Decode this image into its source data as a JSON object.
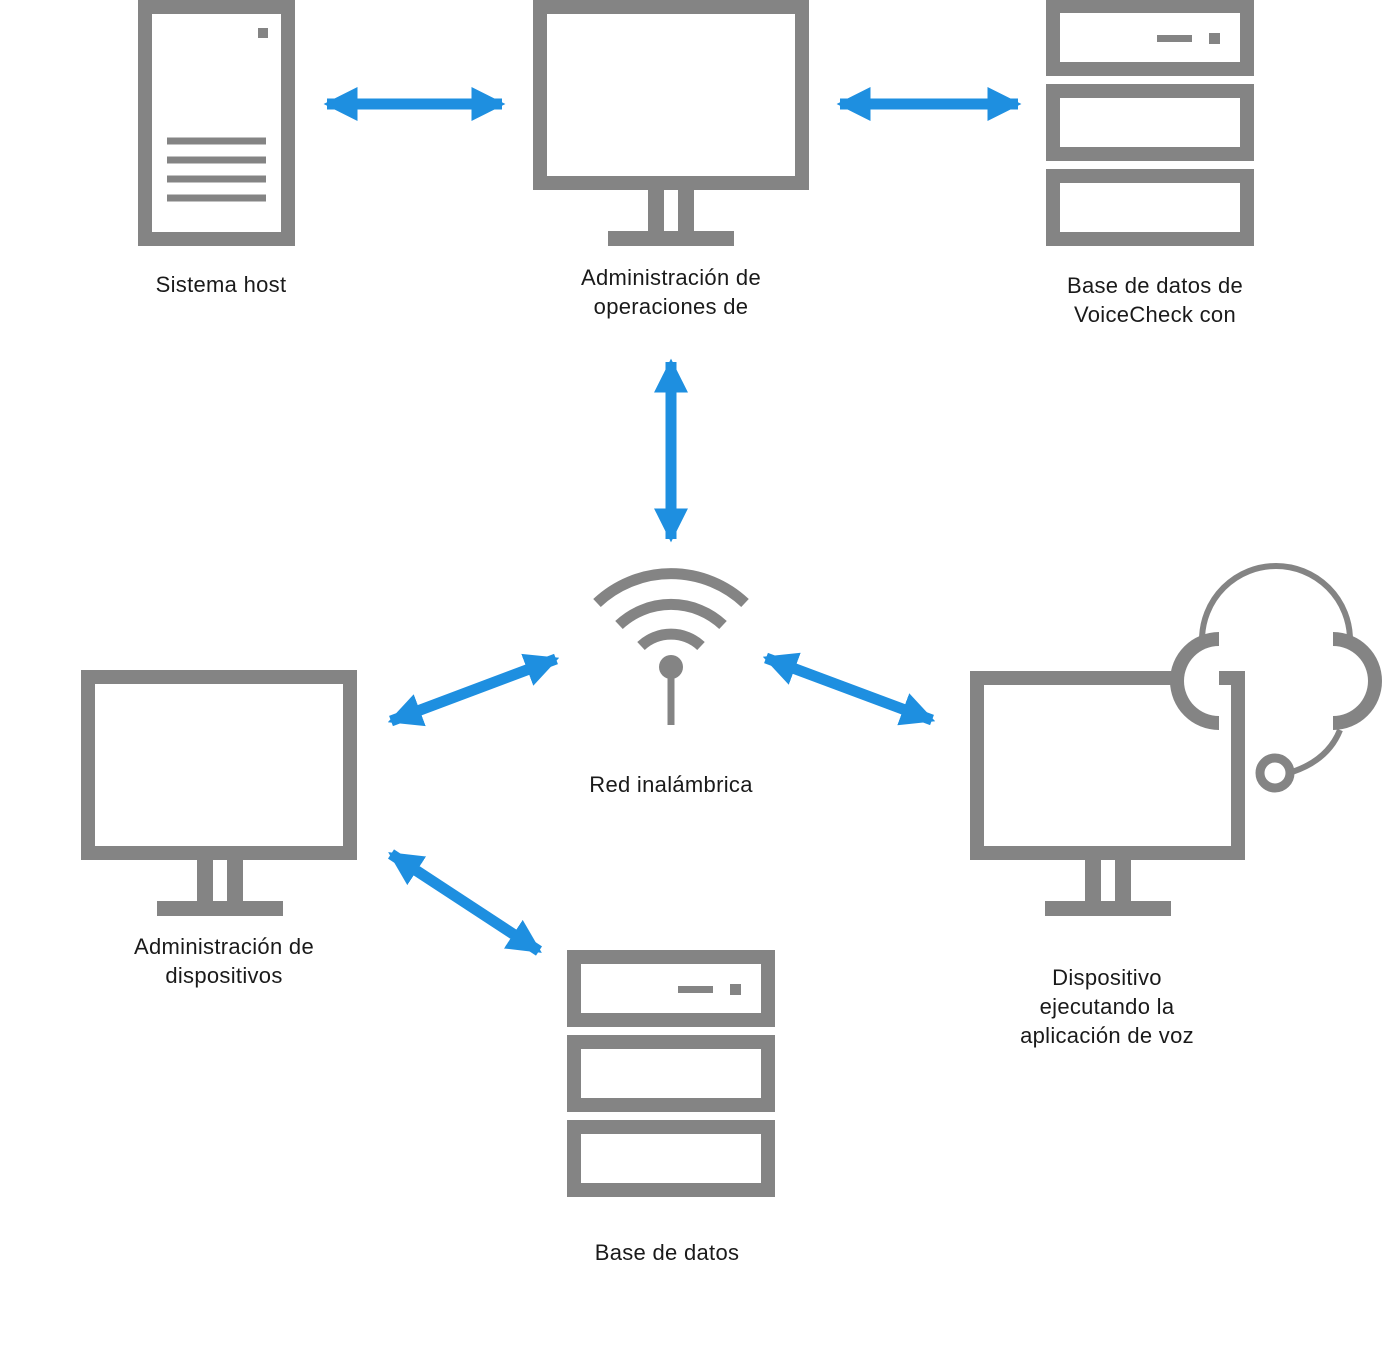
{
  "diagram": {
    "colors": {
      "icon": "#848484",
      "arrow": "#1e8fe0",
      "text": "#1a1a1a",
      "background": "#ffffff"
    },
    "nodes": [
      {
        "id": "host",
        "icon": "tower-server-icon",
        "label_lines": [
          "Sistema host"
        ]
      },
      {
        "id": "ops",
        "icon": "monitor-icon",
        "label_lines": [
          "Administración de",
          "operaciones de"
        ]
      },
      {
        "id": "voicecheck-db",
        "icon": "server-rack-icon",
        "label_lines": [
          "Base de datos de",
          "VoiceCheck con"
        ]
      },
      {
        "id": "wireless",
        "icon": "wifi-icon",
        "label_lines": [
          "Red inalámbrica"
        ]
      },
      {
        "id": "device-mgmt",
        "icon": "monitor-icon",
        "label_lines": [
          "Administración de",
          "dispositivos"
        ]
      },
      {
        "id": "voice-device",
        "icon": "monitor-headset-icon",
        "label_lines": [
          "Dispositivo",
          "ejecutando la",
          "aplicación de voz"
        ]
      },
      {
        "id": "db",
        "icon": "server-rack-icon",
        "label_lines": [
          "Base de datos"
        ]
      }
    ],
    "connections": [
      {
        "from": "host",
        "to": "ops",
        "direction": "bidirectional"
      },
      {
        "from": "ops",
        "to": "voicecheck-db",
        "direction": "bidirectional"
      },
      {
        "from": "ops",
        "to": "wireless",
        "direction": "bidirectional"
      },
      {
        "from": "wireless",
        "to": "device-mgmt",
        "direction": "bidirectional"
      },
      {
        "from": "wireless",
        "to": "voice-device",
        "direction": "bidirectional"
      },
      {
        "from": "device-mgmt",
        "to": "db",
        "direction": "bidirectional"
      }
    ]
  }
}
